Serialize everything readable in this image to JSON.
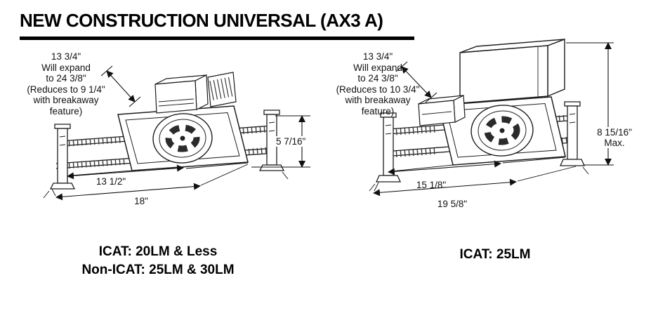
{
  "header": {
    "title": "NEW CONSTRUCTION UNIVERSAL (AX3 A)"
  },
  "left_unit": {
    "expand_note": {
      "lines": [
        "13 3/4\"",
        "Will expand",
        "to 24 3/8\"",
        "(Reduces to 9 1/4\"",
        "with breakaway",
        "feature)"
      ]
    },
    "dims": {
      "height": "5 7/16\"",
      "inner_width": "13 1/2\"",
      "outer_width": "18\""
    },
    "caption": {
      "line1": "ICAT: 20LM & Less",
      "line2": "Non-ICAT: 25LM & 30LM"
    }
  },
  "right_unit": {
    "expand_note": {
      "lines": [
        "13 3/4\"",
        "Will expand",
        "to 24 3/8\"",
        "(Reduces to 10 3/4\"",
        "with breakaway",
        "feature)"
      ]
    },
    "dims": {
      "height_line1": "8 15/16\"",
      "height_line2": "Max.",
      "inner_width": "15 1/8\"",
      "outer_width": "19 5/8\""
    },
    "caption": {
      "line1": "ICAT: 25LM"
    }
  },
  "colors": {
    "line": "#1c1c1c",
    "text": "#111111"
  }
}
